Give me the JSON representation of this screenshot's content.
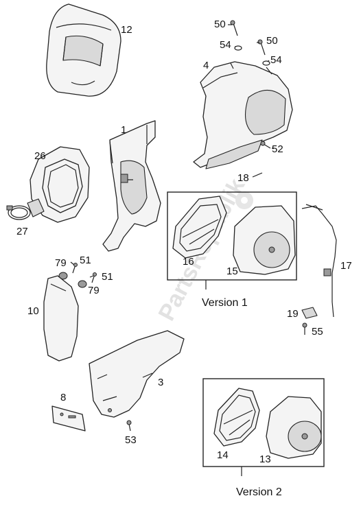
{
  "watermark": "PartsRepublik",
  "labels": {
    "p1": "1",
    "p3": "3",
    "p4": "4",
    "p8": "8",
    "p10": "10",
    "p12": "12",
    "p13": "13",
    "p14": "14",
    "p15": "15",
    "p16": "16",
    "p17": "17",
    "p18": "18",
    "p19": "19",
    "p26": "26",
    "p27": "27",
    "p50a": "50",
    "p50b": "50",
    "p51a": "51",
    "p51b": "51",
    "p52": "52",
    "p53": "53",
    "p54a": "54",
    "p54b": "54",
    "p55": "55",
    "p79a": "79",
    "p79b": "79"
  },
  "versions": {
    "v1": "Version 1",
    "v2": "Version 2"
  }
}
